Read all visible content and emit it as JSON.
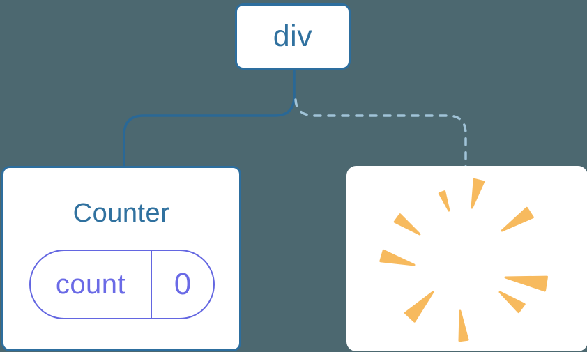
{
  "colors": {
    "canvas_bg": "#4C6870",
    "node_fill": "#FFFFFF",
    "node_border": "#2D6E9E",
    "node_label": "#30719F",
    "solid_line": "#2A6896",
    "dashed_line": "#A0C3D7",
    "pill_border": "#6366E1",
    "pill_text": "#6A6AE6",
    "sparkle": "#F7BA5E"
  },
  "diagram": {
    "root_node": {
      "label": "div"
    },
    "child_nodes": [
      {
        "title": "Counter",
        "state_pill": {
          "key": "count",
          "value": "0"
        }
      },
      {
        "icon": "poof-sparkle"
      }
    ],
    "edges": [
      {
        "from": "div",
        "to": "Counter",
        "style": "solid"
      },
      {
        "from": "div",
        "to": "removed-node",
        "style": "dashed"
      }
    ]
  }
}
